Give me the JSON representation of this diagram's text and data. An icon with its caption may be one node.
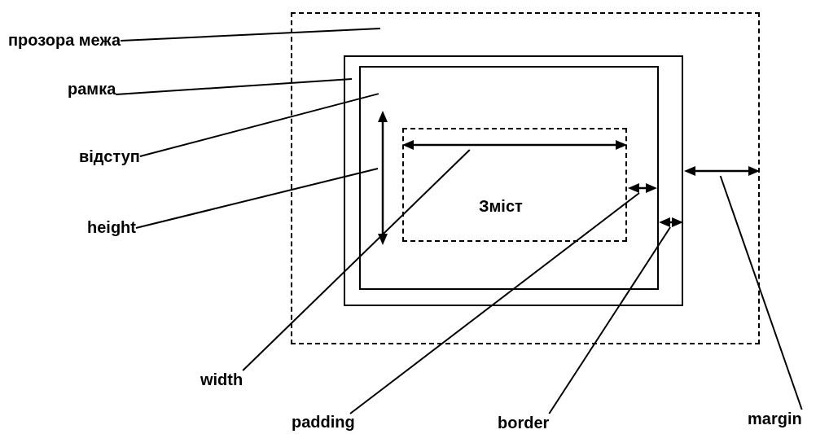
{
  "diagram": {
    "nodes": [
      {
        "text": [
          "прозора межа"
        ]
      },
      {
        "text": [],
        "shape": "box"
      },
      {
        "text": [],
        "shape": "box",
        "in": 1
      },
      {
        "text": [],
        "shape": "box",
        "in": 2
      },
      {
        "text": [
          "Зміст"
        ],
        "in": 3
      },
      {
        "text": [],
        "shape": "arrow",
        "in": 3
      },
      {
        "text": [],
        "shape": "arrow",
        "in": 4
      },
      {
        "text": [],
        "shape": "arrow",
        "in": 3
      },
      {
        "text": [],
        "shape": "arrow",
        "in": 2
      },
      {
        "text": [],
        "shape": "arrow",
        "in": 1
      },
      {
        "text": [
          "рамка"
        ]
      },
      {
        "text": [
          "відступ"
        ]
      },
      {
        "text": [
          "height"
        ]
      },
      {
        "text": [
          "width"
        ]
      },
      {
        "text": [
          "padding"
        ]
      },
      {
        "text": [
          "border"
        ]
      },
      {
        "text": [
          "margin"
        ]
      }
    ],
    "edges": [
      {
        "from": 0,
        "to": 1,
        "arrow": "none"
      },
      {
        "from": 10,
        "to": 2,
        "arrow": "none"
      },
      {
        "from": 11,
        "to": 3,
        "arrow": "none"
      },
      {
        "from": 12,
        "to": 5,
        "arrow": "none"
      },
      {
        "from": 13,
        "to": 6,
        "arrow": "none"
      },
      {
        "from": 14,
        "to": 7,
        "arrow": "none"
      },
      {
        "from": 15,
        "to": 8,
        "arrow": "none"
      },
      {
        "from": 16,
        "to": 9,
        "arrow": "none"
      }
    ]
  }
}
